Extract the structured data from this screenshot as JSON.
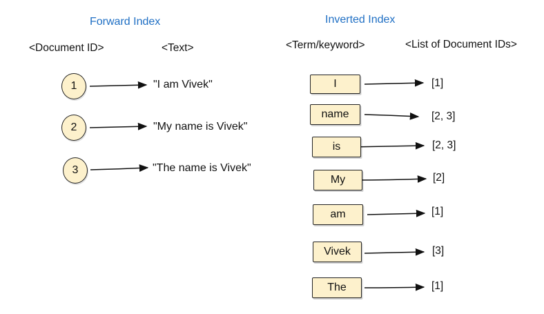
{
  "forward": {
    "title": "Forward Index",
    "col_id": "<Document ID>",
    "col_text": "<Text>",
    "docs": [
      {
        "id": "1",
        "text": "\"I am Vivek\""
      },
      {
        "id": "2",
        "text": "\"My name is Vivek\""
      },
      {
        "id": "3",
        "text": "\"The name is Vivek\""
      }
    ]
  },
  "inverted": {
    "title": "Inverted Index",
    "col_term": "<Term/keyword>",
    "col_ids": "<List of Document IDs>",
    "terms": [
      {
        "term": "I",
        "ids": "[1]"
      },
      {
        "term": "name",
        "ids": "[2, 3]"
      },
      {
        "term": "is",
        "ids": "[2, 3]"
      },
      {
        "term": "My",
        "ids": "[2]"
      },
      {
        "term": "am",
        "ids": "[1]"
      },
      {
        "term": "Vivek",
        "ids": "[3]"
      },
      {
        "term": "The",
        "ids": "[1]"
      }
    ]
  },
  "colors": {
    "title": "#1f6fc4",
    "box_fill": "#fdf1cc",
    "stroke": "#222222"
  }
}
